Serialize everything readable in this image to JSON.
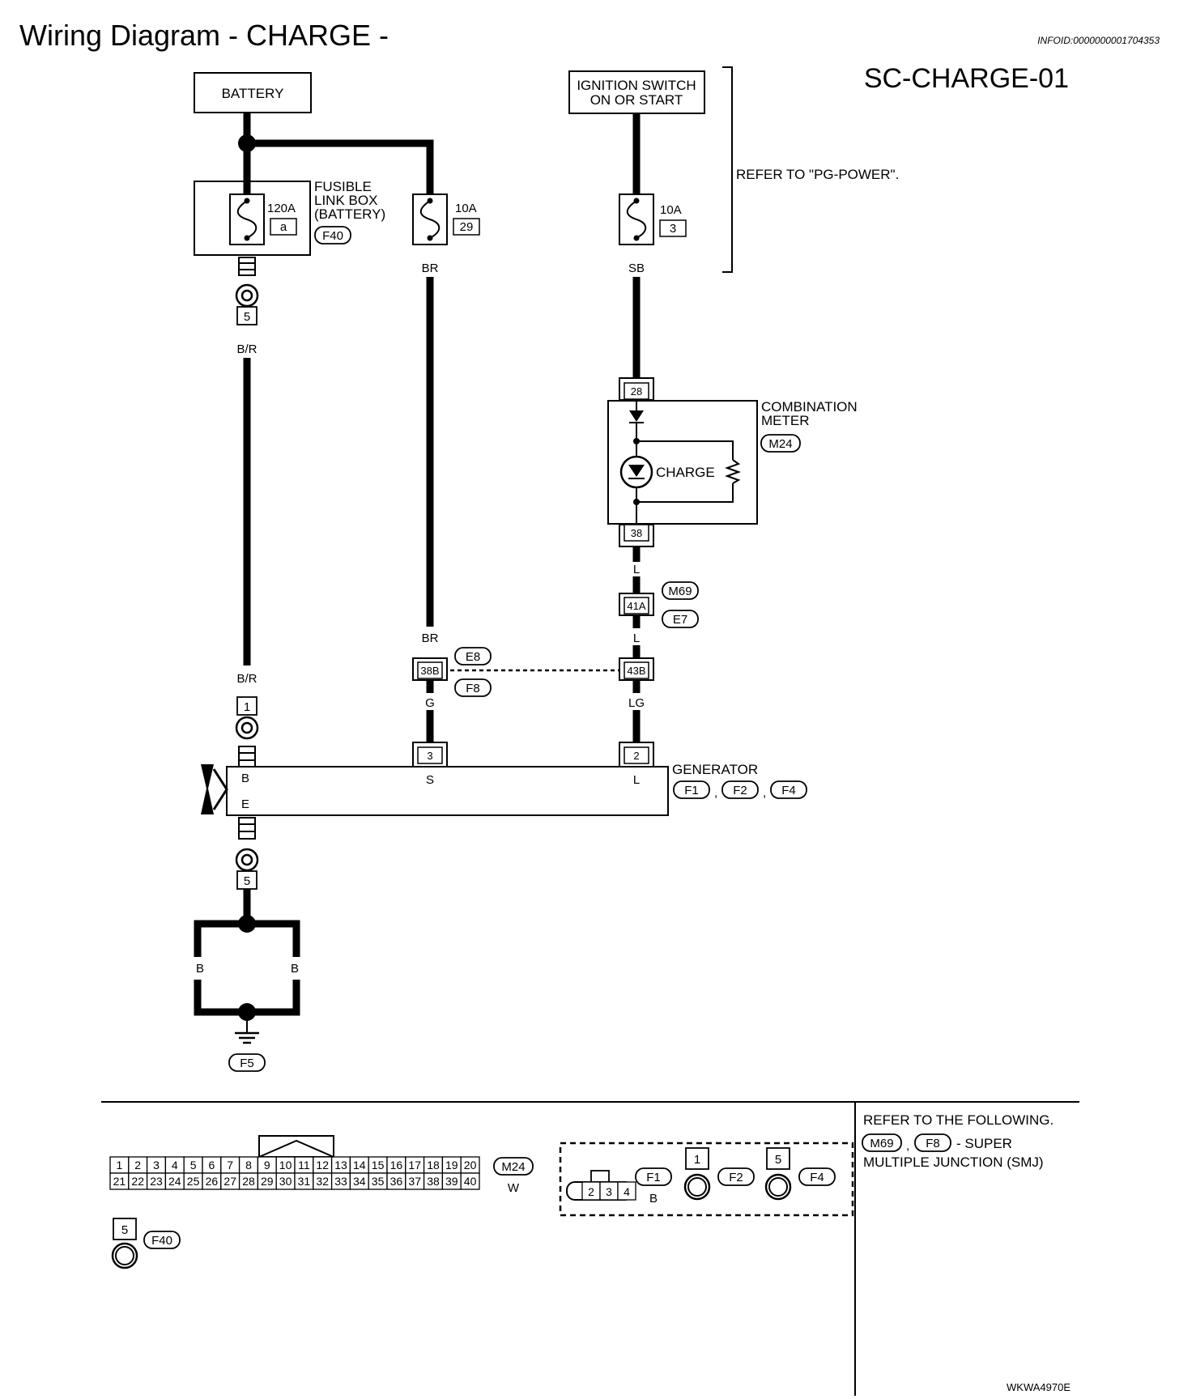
{
  "header": {
    "title": "Wiring Diagram - CHARGE -",
    "infoid": "INFOID:0000000001704353",
    "diagram_code": "SC-CHARGE-01"
  },
  "power": {
    "battery": "BATTERY",
    "ignition_line1": "IGNITION SWITCH",
    "ignition_line2": "ON OR START",
    "refer_pg": "REFER TO \"PG-POWER\"."
  },
  "fuses": {
    "main_rating": "120A",
    "main_id": "a",
    "fuse2_rating": "10A",
    "fuse2_id": "29",
    "fuse3_rating": "10A",
    "fuse3_id": "3",
    "link_box_line1": "FUSIBLE",
    "link_box_line2": "LINK BOX",
    "link_box_line3": "(BATTERY)",
    "link_box_connector": "F40"
  },
  "wires": {
    "br_top": "BR",
    "sb": "SB",
    "br_left_top": "B/R",
    "br_left_bottom": "B/R",
    "l_top": "L",
    "l_bottom": "L",
    "br_mid": "BR",
    "g": "G",
    "lg": "LG",
    "b_left": "B",
    "b_right": "B"
  },
  "terminals": {
    "term5_top": "5",
    "term1": "1",
    "term5_bottom": "5"
  },
  "meter": {
    "name_line1": "COMBINATION",
    "name_line2": "METER",
    "connector": "M24",
    "pin_in": "28",
    "pin_out": "38",
    "lamp": "CHARGE"
  },
  "junctions": {
    "j1_pin": "41A",
    "j1_conn_a": "M69",
    "j1_conn_b": "E7",
    "j2_pin": "38B",
    "j2_conn_a": "E8",
    "j2_conn_b": "F8",
    "j3_pin": "43B"
  },
  "generator": {
    "name": "GENERATOR",
    "conn1": "F1",
    "conn2": "F2",
    "conn3": "F4",
    "pin_s": "3",
    "pin_l": "2",
    "term_b": "B",
    "term_e": "E",
    "term_s": "S",
    "term_l": "L",
    "sep1": ",",
    "sep2": ","
  },
  "ground": {
    "connector": "F5"
  },
  "legend": {
    "m24_row1": [
      "1",
      "2",
      "3",
      "4",
      "5",
      "6",
      "7",
      "8",
      "9",
      "10",
      "11",
      "12",
      "13",
      "14",
      "15",
      "16",
      "17",
      "18",
      "19",
      "20"
    ],
    "m24_row2": [
      "21",
      "22",
      "23",
      "24",
      "25",
      "26",
      "27",
      "28",
      "29",
      "30",
      "31",
      "32",
      "33",
      "34",
      "35",
      "36",
      "37",
      "38",
      "39",
      "40"
    ],
    "m24_connector": "M24",
    "m24_color": "W",
    "f1_pins": [
      "2",
      "3",
      "4"
    ],
    "f1_connector": "F1",
    "f1_color": "B",
    "f2_terminal": "1",
    "f2_connector": "F2",
    "f4_terminal": "5",
    "f4_connector": "F4",
    "f40_terminal": "5",
    "f40_connector": "F40",
    "refer_line1": "REFER TO THE FOLLOWING.",
    "refer_conn1": "M69",
    "refer_sep": ",",
    "refer_conn2": "F8",
    "refer_line2": "- SUPER",
    "refer_line3": "MULTIPLE JUNCTION (SMJ)"
  },
  "footer": {
    "figure_code": "WKWA4970E"
  }
}
